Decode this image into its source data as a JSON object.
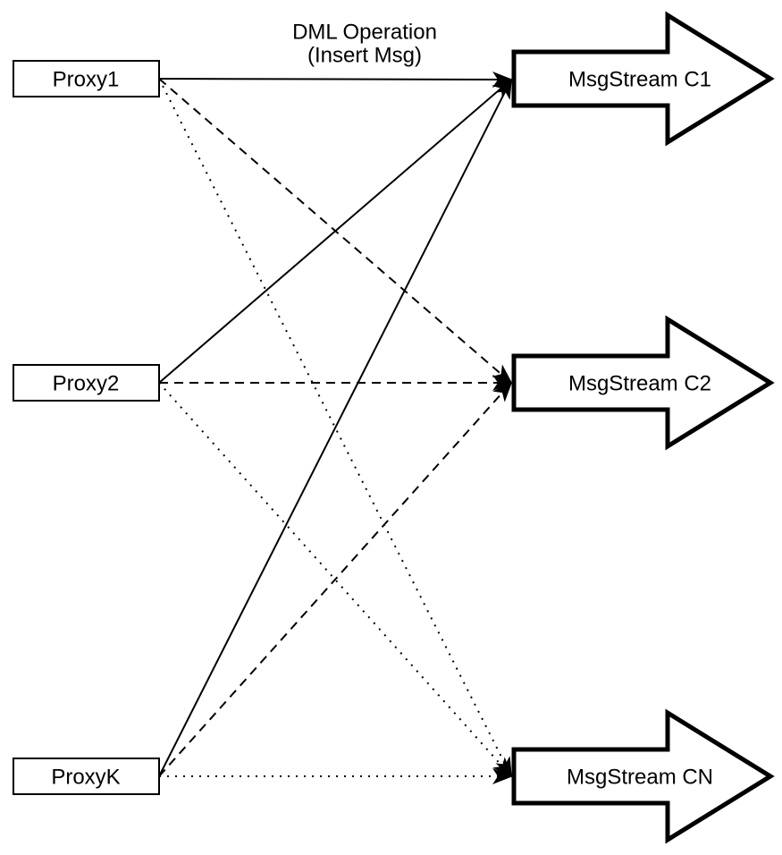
{
  "diagram": {
    "title": {
      "line1": "DML Operation",
      "line2": "(Insert Msg)"
    },
    "proxies": [
      {
        "id": "proxy1",
        "label": "Proxy1"
      },
      {
        "id": "proxy2",
        "label": "Proxy2"
      },
      {
        "id": "proxyK",
        "label": "ProxyK"
      }
    ],
    "streams": [
      {
        "id": "c1",
        "label": "MsgStream C1"
      },
      {
        "id": "c2",
        "label": "MsgStream C2"
      },
      {
        "id": "cN",
        "label": "MsgStream CN"
      }
    ],
    "connections": [
      {
        "from": "proxy1",
        "to": "c1",
        "style": "solid"
      },
      {
        "from": "proxy1",
        "to": "c2",
        "style": "dashed"
      },
      {
        "from": "proxy1",
        "to": "cN",
        "style": "dotted"
      },
      {
        "from": "proxy2",
        "to": "c1",
        "style": "solid"
      },
      {
        "from": "proxy2",
        "to": "c2",
        "style": "dashed"
      },
      {
        "from": "proxy2",
        "to": "cN",
        "style": "dotted"
      },
      {
        "from": "proxyK",
        "to": "c1",
        "style": "solid"
      },
      {
        "from": "proxyK",
        "to": "c2",
        "style": "dashed"
      },
      {
        "from": "proxyK",
        "to": "cN",
        "style": "dotted"
      }
    ],
    "colors": {
      "stroke": "#000000",
      "fill": "#ffffff",
      "text": "#000000"
    }
  }
}
